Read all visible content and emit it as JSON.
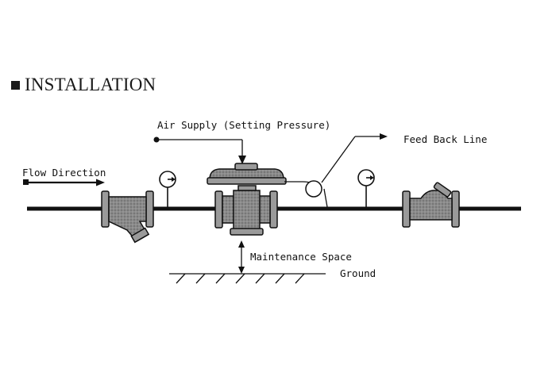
{
  "heading": {
    "bullet_icon": "black-square-bullet",
    "title": "INSTALLATION"
  },
  "labels": {
    "air_supply": "Air Supply (Setting Pressure)",
    "feed_back": "Feed Back Line",
    "flow_direction": "Flow Direction",
    "maintenance": "Maintenance Space",
    "ground": "Ground"
  },
  "colors": {
    "line": "#111111",
    "body_fill": "#8d8d8d",
    "background": "#ffffff"
  }
}
